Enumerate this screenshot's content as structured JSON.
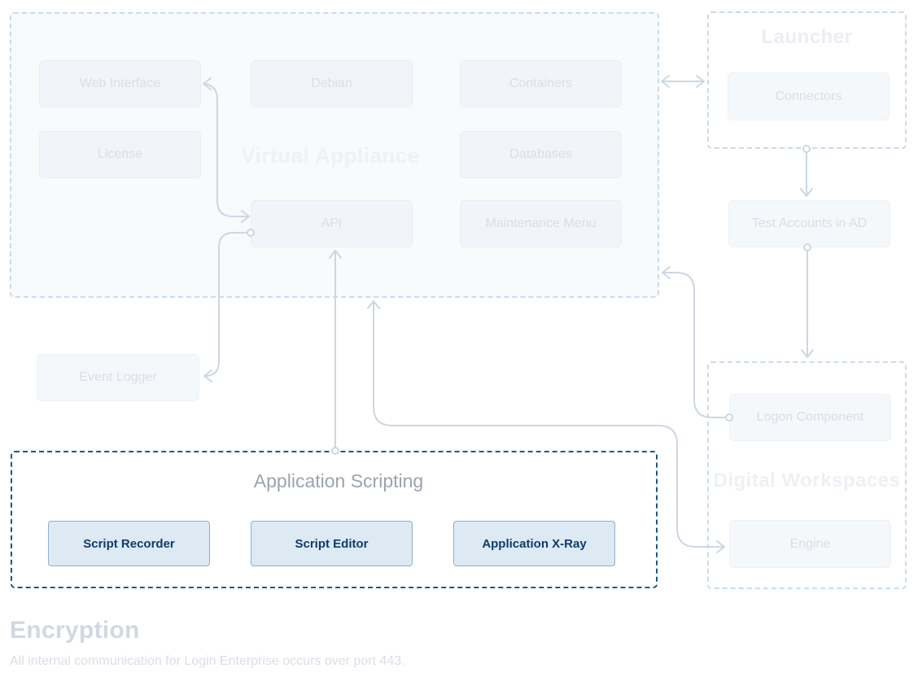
{
  "sections": {
    "virtual_appliance": {
      "title": "Virtual Appliance",
      "items": {
        "web_interface": "Web Interface",
        "debian": "Debian",
        "containers": "Containers",
        "license": "License",
        "databases": "Databases",
        "api": "API",
        "maintenance_menu": "Maintenance Menu"
      }
    },
    "launcher": {
      "title": "Launcher",
      "items": {
        "connectors": "Connectors"
      }
    },
    "digital_workspaces": {
      "title": "Digital Workspaces",
      "items": {
        "logon_component": "Logon Component",
        "engine": "Engine"
      }
    },
    "application_scripting": {
      "title": "Application Scripting",
      "items": {
        "script_recorder": "Script Recorder",
        "script_editor": "Script Editor",
        "application_xray": "Application X-Ray"
      }
    }
  },
  "nodes": {
    "test_accounts": "Test Accounts in AD",
    "event_logger": "Event Logger"
  },
  "footer": {
    "heading": "Encryption",
    "description": "All internal communication for Login Enterprise occurs over port 443."
  },
  "colors": {
    "active_dash_border": "#175a87",
    "highlight_box_fill": "#dde9f3",
    "highlight_box_border": "#8db0ce",
    "highlight_text": "#0d3d6b",
    "faded_line": "#ccd7e3",
    "faded_dash_border": "#c9dcec"
  }
}
